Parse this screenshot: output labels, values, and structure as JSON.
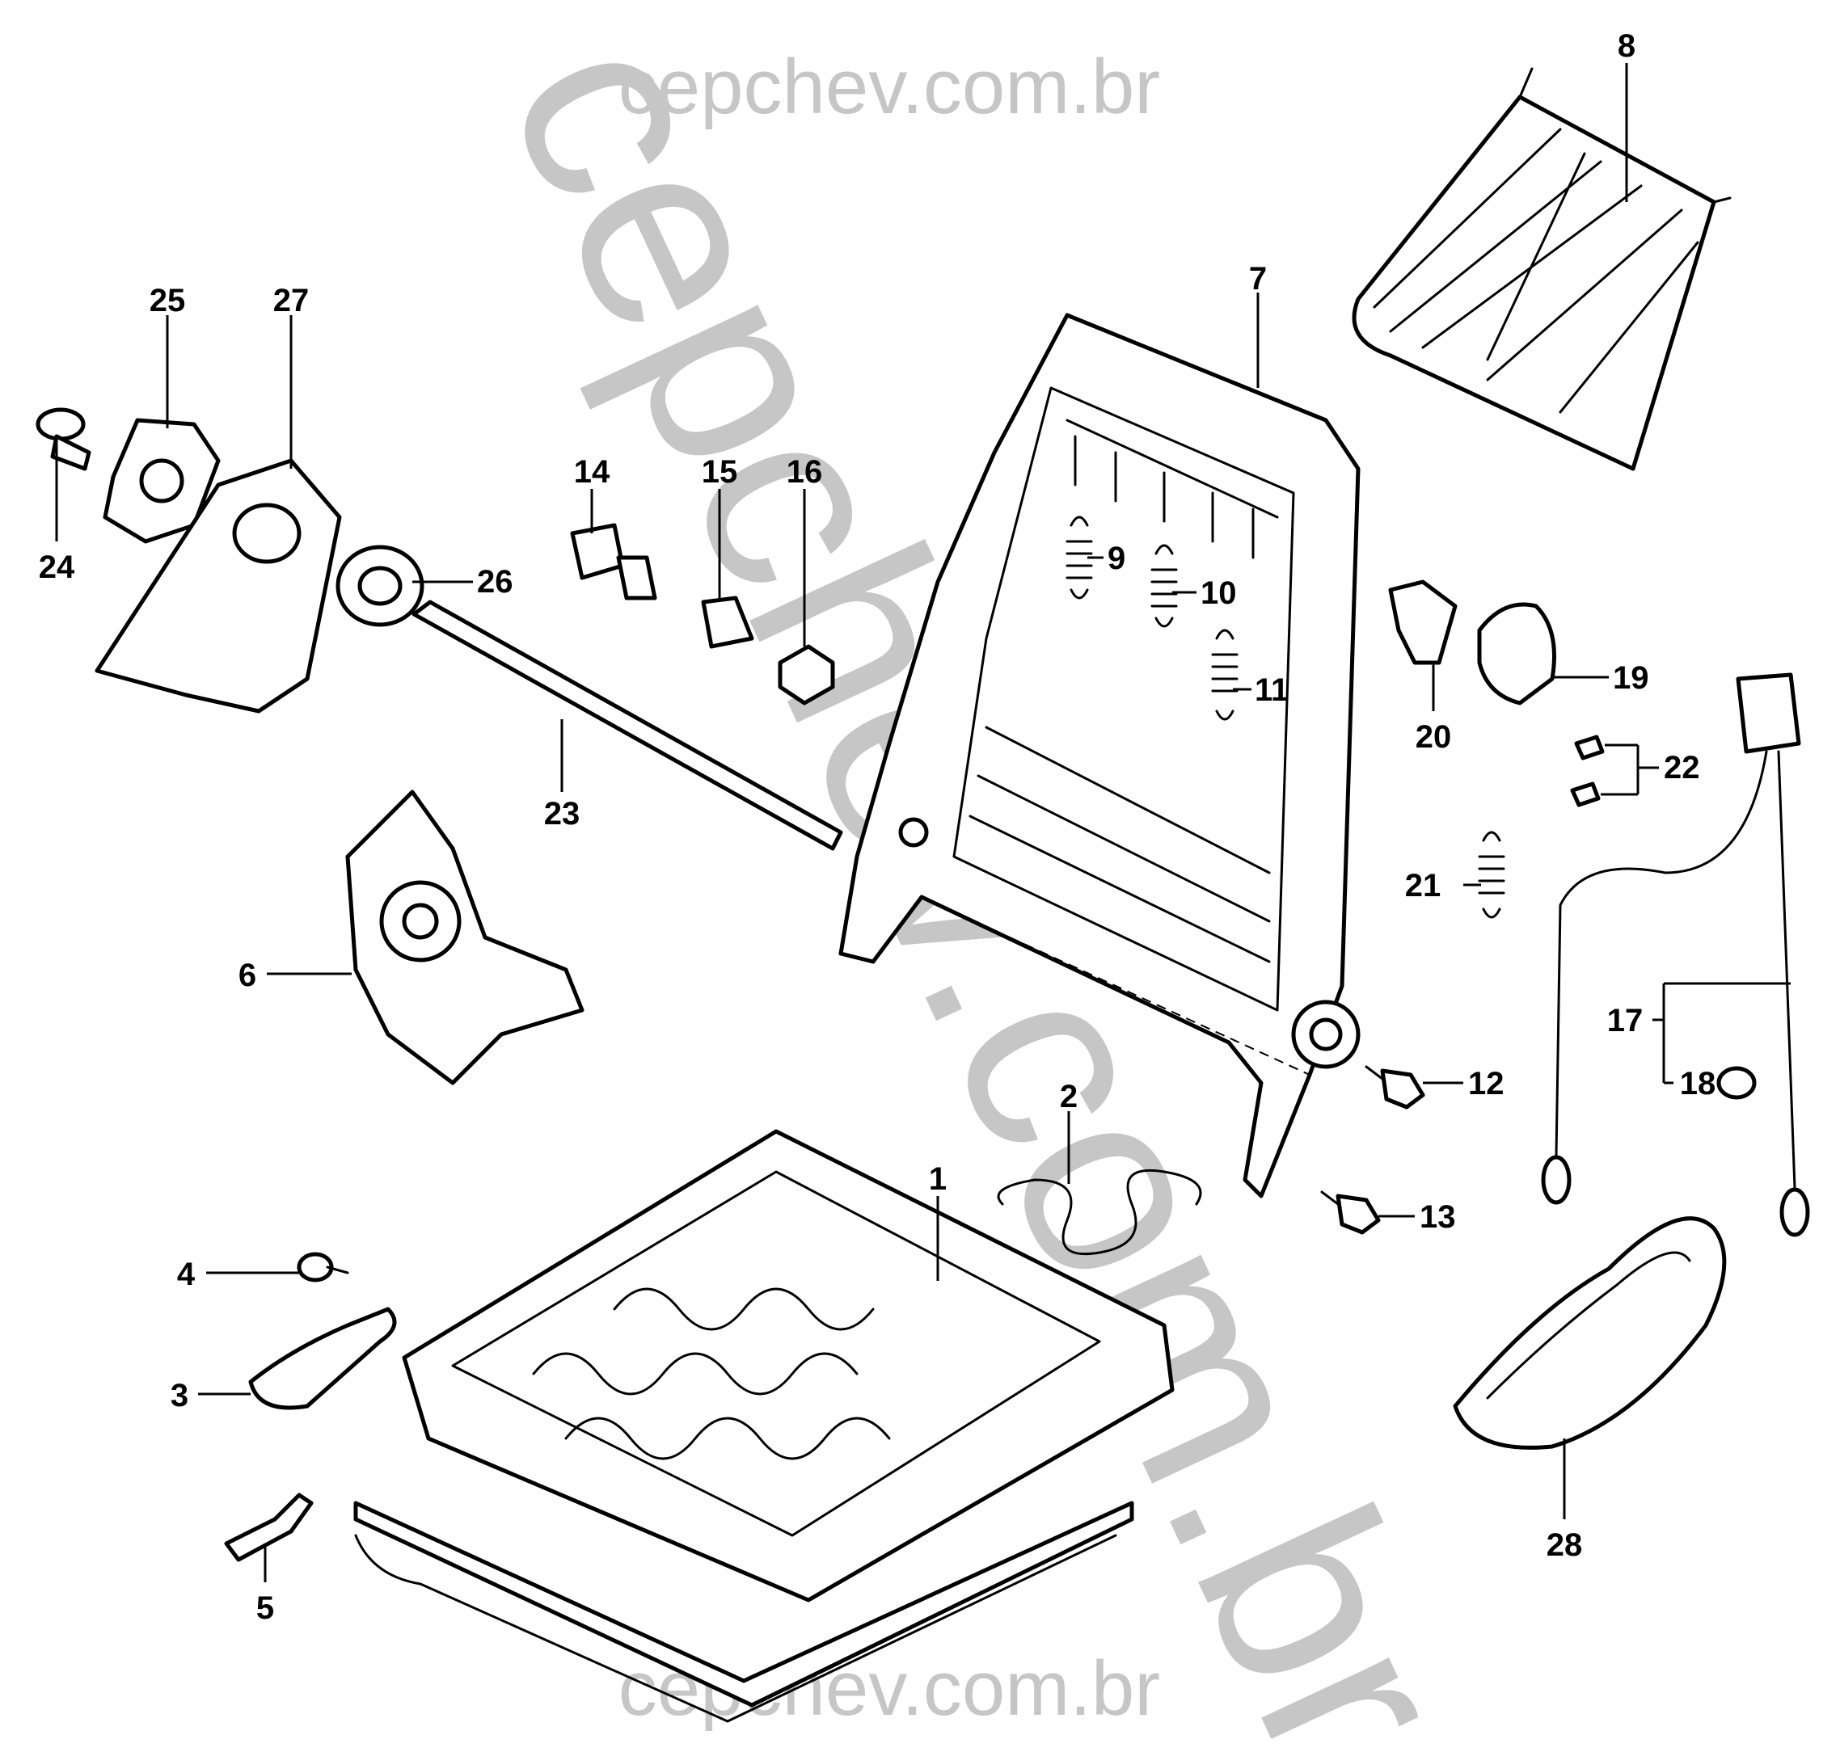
{
  "watermark": {
    "top": "cepchev.com.br",
    "diagonal": "cepchev.com.br",
    "bottom": "cepchev.com.br"
  },
  "callouts": {
    "c1": "1",
    "c2": "2",
    "c3": "3",
    "c4": "4",
    "c5": "5",
    "c6": "6",
    "c7": "7",
    "c8": "8",
    "c9": "9",
    "c10": "10",
    "c11": "11",
    "c12": "12",
    "c13": "13",
    "c14": "14",
    "c15": "15",
    "c16": "16",
    "c17": "17",
    "c18": "18",
    "c19": "19",
    "c20": "20",
    "c21": "21",
    "c22": "22",
    "c23": "23",
    "c24": "24",
    "c25": "25",
    "c26": "26",
    "c27": "27",
    "c28": "28"
  }
}
